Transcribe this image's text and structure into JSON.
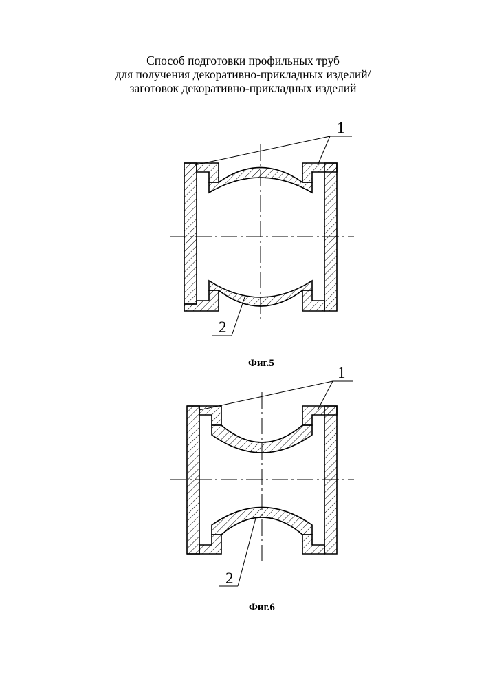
{
  "title": {
    "line1": "Способ подготовки профильных труб",
    "line2": "для получения декоративно-прикладных изделий/",
    "line3": "заготовок декоративно-прикладных изделий"
  },
  "figures": [
    {
      "caption": "Фиг.5",
      "label_1": "1",
      "label_2": "2"
    },
    {
      "caption": "Фиг.6",
      "label_1": "1",
      "label_2": "2"
    }
  ]
}
